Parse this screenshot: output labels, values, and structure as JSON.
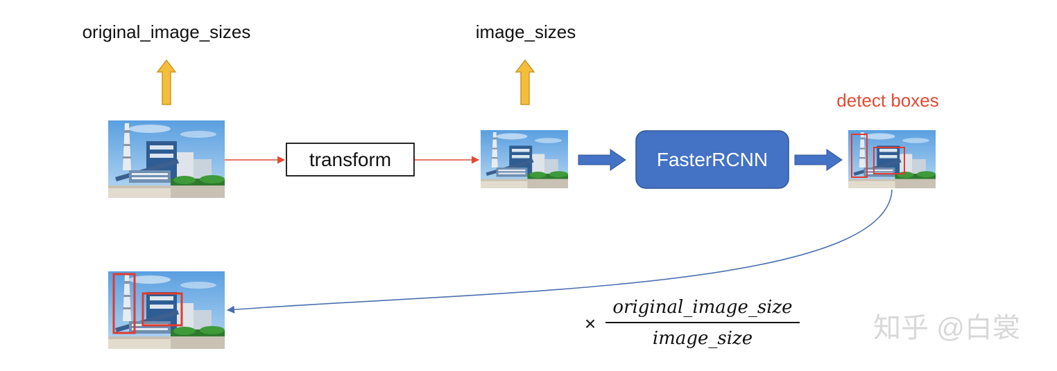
{
  "labels": {
    "original_image_sizes": "original_image_sizes",
    "image_sizes": "image_sizes",
    "detect_boxes": "detect boxes",
    "transform": "transform",
    "faster_rcnn": "FasterRCNN"
  },
  "formula": {
    "multiply": "×",
    "numerator": "original_image_size",
    "denominator": "image_size"
  },
  "watermark": "知乎 @白裳",
  "colors": {
    "background": "#ffffff",
    "up_arrow_fill": "#f5bd3c",
    "up_arrow_stroke": "#c99a26",
    "red_line": "#e24a33",
    "red_box": "#e03b2e",
    "blue_fill": "#4472c4",
    "blue_stroke": "#2f5597",
    "curve": "#4a6fb0",
    "detect_text": "#e24a33",
    "watermark": "#d8d8d8"
  }
}
